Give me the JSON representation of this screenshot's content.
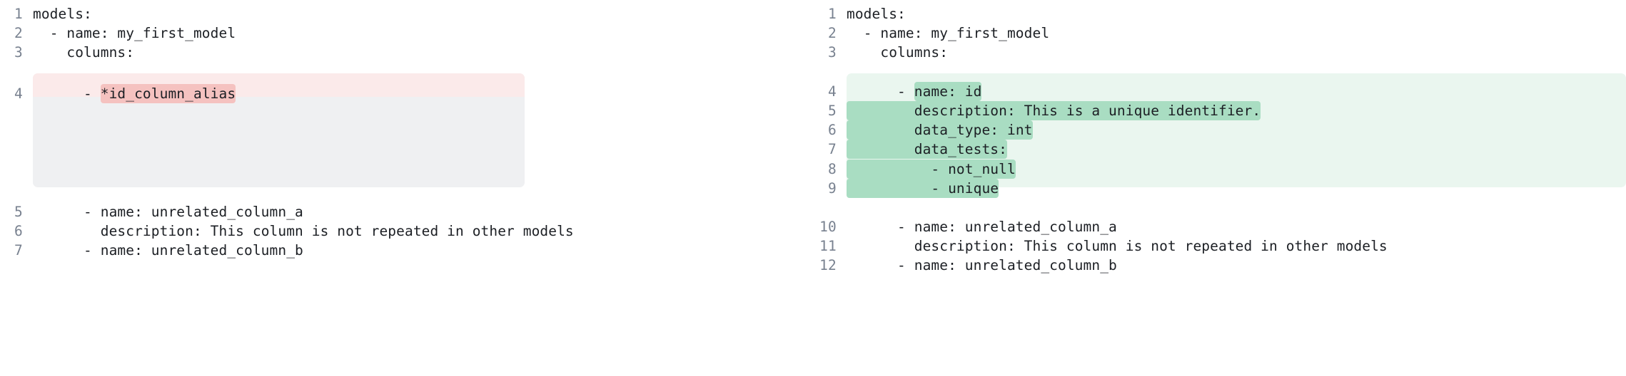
{
  "view": {
    "kind": "code-diff-comparison",
    "language": "yaml",
    "panels": 2
  },
  "colors": {
    "page_background": "#ffffff",
    "code_text": "#1c1f24",
    "line_number_text": "#78818f",
    "removed_block_background": "#eff0f2",
    "removed_line_background": "#fbeaea",
    "removed_inline_highlight": "#f5c2c0",
    "added_block_background": "#eaf6ef",
    "added_inline_highlight": "#a9ddc2"
  },
  "left_panel": {
    "name": "before-yaml-pane",
    "lines": [
      {
        "number": "1",
        "indent": 0,
        "text": "models:",
        "state": "normal"
      },
      {
        "number": "2",
        "indent": 1,
        "text": "- name: my_first_model",
        "state": "normal"
      },
      {
        "number": "3",
        "indent": 2,
        "text": "columns:",
        "state": "normal"
      },
      {
        "number": "4",
        "indent": 3,
        "prefix": "- ",
        "highlight": "*id_column_alias",
        "text": "- *id_column_alias",
        "state": "removed"
      },
      {
        "number": "5",
        "indent": 3,
        "text": "- name: unrelated_column_a",
        "state": "normal"
      },
      {
        "number": "6",
        "indent": 4,
        "text": "description: This column is not repeated in other models",
        "state": "normal"
      },
      {
        "number": "7",
        "indent": 3,
        "text": "- name: unrelated_column_b",
        "state": "normal"
      }
    ]
  },
  "right_panel": {
    "name": "after-yaml-pane",
    "lines": [
      {
        "number": "1",
        "indent": 0,
        "text": "models:",
        "state": "normal"
      },
      {
        "number": "2",
        "indent": 1,
        "text": "- name: my_first_model",
        "state": "normal"
      },
      {
        "number": "3",
        "indent": 2,
        "text": "columns:",
        "state": "normal"
      },
      {
        "number": "4",
        "indent": 3,
        "prefix": "- ",
        "highlight": "name: id",
        "text": "- name: id",
        "state": "added"
      },
      {
        "number": "5",
        "indent": 4,
        "highlight": "description: This is a unique identifier.",
        "text": "description: This is a unique identifier.",
        "state": "added"
      },
      {
        "number": "6",
        "indent": 4,
        "highlight": "data_type: int",
        "text": "data_type: int",
        "state": "added"
      },
      {
        "number": "7",
        "indent": 4,
        "highlight": "data_tests:",
        "text": "data_tests:",
        "state": "added"
      },
      {
        "number": "8",
        "indent": 5,
        "highlight": "- not_null",
        "text": "- not_null",
        "state": "added"
      },
      {
        "number": "9",
        "indent": 5,
        "highlight": "- unique",
        "text": "- unique",
        "state": "added"
      },
      {
        "number": "10",
        "indent": 3,
        "text": "- name: unrelated_column_a",
        "state": "normal"
      },
      {
        "number": "11",
        "indent": 4,
        "text": "description: This column is not repeated in other models",
        "state": "normal"
      },
      {
        "number": "12",
        "indent": 3,
        "text": "- name: unrelated_column_b",
        "state": "normal"
      }
    ]
  }
}
